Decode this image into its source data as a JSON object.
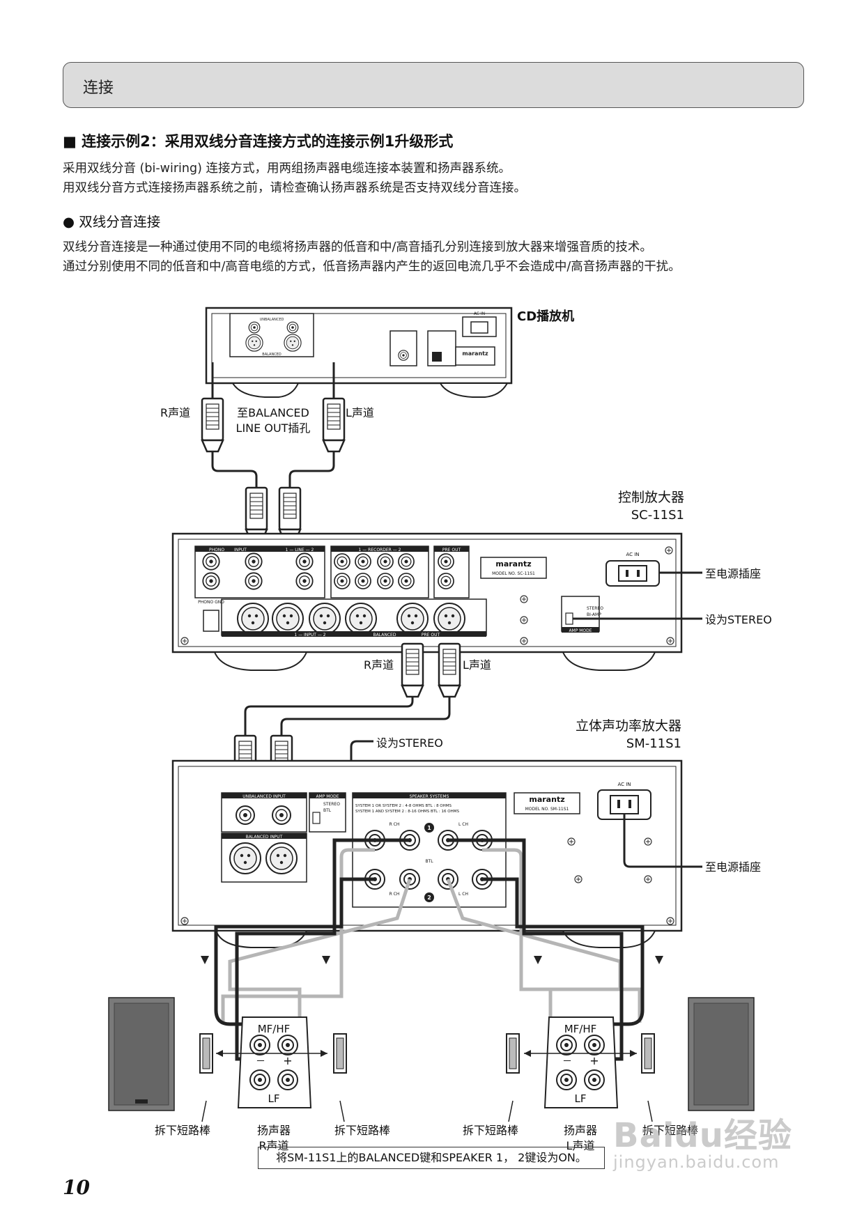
{
  "header": {
    "title": "连接"
  },
  "section": {
    "title": "■ 连接示例2：采用双线分音连接方式的连接示例1升级形式",
    "para1": "采用双线分音 (bi-wiring) 连接方式，用两组扬声器电缆连接本装置和扬声器系统。",
    "para2": "用双线分音方式连接扬声器系统之前，请检查确认扬声器系统是否支持双线分音连接。",
    "subtitle": "● 双线分音连接",
    "para3": "双线分音连接是一种通过使用不同的电缆将扬声器的低音和中/高音插孔分别连接到放大器来增强音质的技术。",
    "para4": "通过分别使用不同的低音和中/高音电缆的方式，低音扬声器内产生的返回电流几乎不会造成中/高音扬声器的干扰。"
  },
  "diagram": {
    "cd_player": "CD播放机",
    "cd_r_channel": "R声道",
    "cd_l_channel": "L声道",
    "balanced_to_1": "至BALANCED",
    "balanced_to_2": "LINE OUT插孔",
    "preamp_title": "控制放大器",
    "preamp_model": "SC-11S1",
    "power_outlet_1": "至电源插座",
    "set_stereo_1": "设为STEREO",
    "pre_r_channel": "R声道",
    "pre_l_channel": "L声道",
    "poweramp_title": "立体声功率放大器",
    "poweramp_model": "SM-11S1",
    "set_stereo_2": "设为STEREO",
    "power_outlet_2": "至电源插座",
    "remove_jumper_1": "拆下短路棒",
    "speaker_r_1": "扬声器",
    "speaker_r_2": "R声道",
    "remove_jumper_2": "拆下短路棒",
    "remove_jumper_3": "拆下短路棒",
    "speaker_l_1": "扬声器",
    "speaker_l_2": "L声道",
    "remove_jumper_4": "拆下短路棒",
    "mfhf_r": "MF/HF",
    "lf_r": "LF",
    "mfhf_l": "MF/HF",
    "lf_l": "LF",
    "minus_r": "－",
    "plus_r": "+",
    "minus_l": "－",
    "plus_l": "+",
    "brand_preamp": "marantz",
    "model_preamp": "MODEL NO. SC-11S1",
    "brand_power": "marantz",
    "model_power": "MODEL NO. SM-11S1",
    "brand_cd": "marantz",
    "ac_in_1": "AC IN",
    "ac_in_2": "AC IN",
    "ac_in_3": "AC IN",
    "phono_label": "PHONO",
    "input_label": "INPUT",
    "line_label": "1 — LINE — 2",
    "recorder_label": "1 — RECORDER — 2",
    "pre_out_label": "PRE OUT",
    "phono_gnd": "PHONO GND",
    "balanced_in_row": "1 — INPUT — 2",
    "balanced_tag": "BALANCED",
    "pre_out_tag": "PRE OUT",
    "amp_mode": "AMP MODE",
    "stereo_label": "STEREO",
    "biamp_label": "BI-AMP",
    "unbal_input": "UNBALANCED INPUT",
    "bal_input": "BALANCED INPUT",
    "amp_mode_2": "AMP MODE",
    "stereo_2": "STEREO",
    "btl_label": "BTL",
    "speaker_systems": "SPEAKER SYSTEMS",
    "spk_line1": "SYSTEM 1  OR  SYSTEM 2 : 4-8 OHMS   BTL : 8 OHMS",
    "spk_line2": "SYSTEM 1  AND  SYSTEM 2 : 8-16 OHMS   BTL : 16 OHMS",
    "rch": "R CH",
    "lch": "L CH",
    "sys1": "1",
    "sys2": "2",
    "btl_mid": "BTL",
    "rch_2": "R CH",
    "lch_2": "L CH",
    "cd_unbalanced": "UNBALANCED",
    "cd_balanced": "BALANCED"
  },
  "footer": {
    "note": "将SM-11S1上的BALANCED键和SPEAKER 1， 2键设为ON。",
    "page_number": "10"
  },
  "watermark": {
    "logo": "Baidu经验",
    "url": "jingyan.baidu.com"
  }
}
